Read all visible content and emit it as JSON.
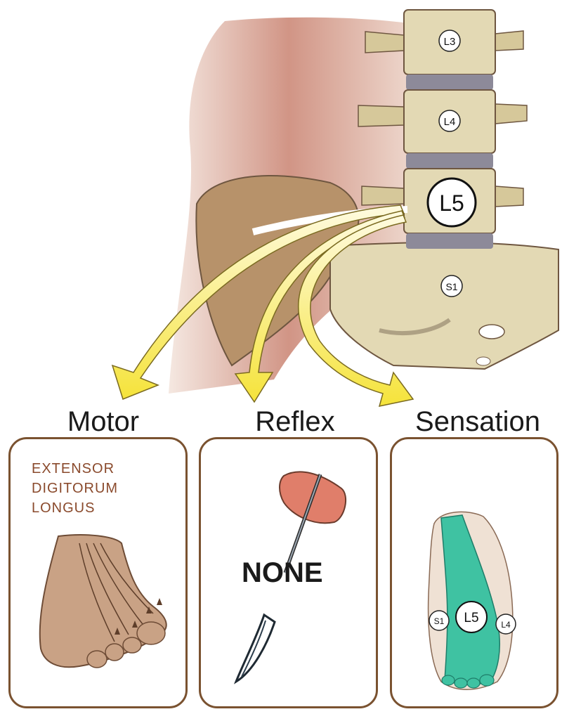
{
  "vertebrae": {
    "l3": "L3",
    "l4": "L4",
    "l5": "L5",
    "s1": "S1"
  },
  "panels": {
    "motor": {
      "title": "Motor",
      "muscle": "EXTENSOR\nDIGITORUM\nLONGUS"
    },
    "reflex": {
      "title": "Reflex",
      "result": "NONE"
    },
    "sensation": {
      "title": "Sensation",
      "dermatomes": {
        "left": "S1",
        "center": "L5",
        "right": "L4"
      }
    }
  },
  "colors": {
    "arrow": "#f5e33a",
    "panel_border": "#7a5230",
    "dermatome": "#3fc2a2",
    "bone": "#e3d9b4",
    "disc": "#8d8a99"
  }
}
